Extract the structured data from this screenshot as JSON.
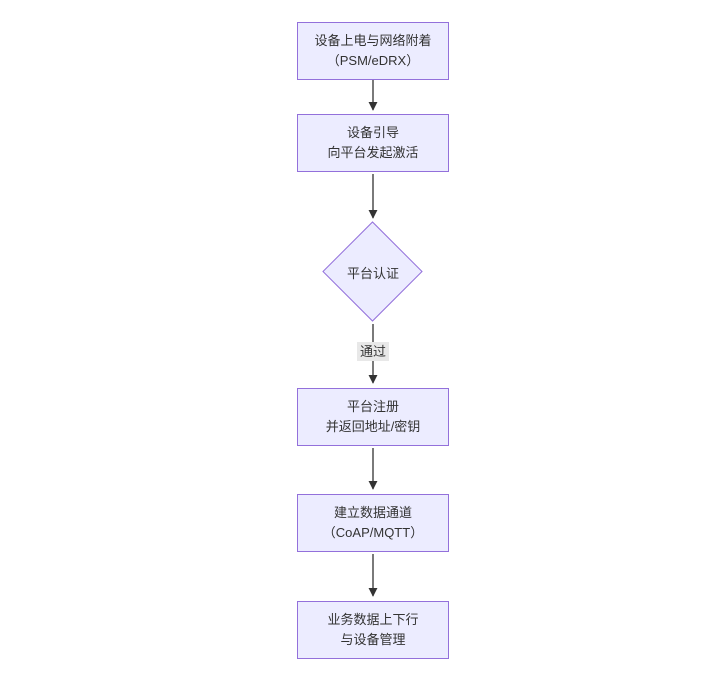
{
  "diagram": {
    "nodes": [
      {
        "id": "power-attach",
        "shape": "rect",
        "lines": [
          "设备上电与网络附着",
          "（PSM/eDRX）"
        ]
      },
      {
        "id": "bootstrap",
        "shape": "rect",
        "lines": [
          "设备引导",
          "向平台发起激活"
        ]
      },
      {
        "id": "platform-auth",
        "shape": "diamond",
        "lines": [
          "平台认证"
        ]
      },
      {
        "id": "register",
        "shape": "rect",
        "lines": [
          "平台注册",
          "并返回地址/密钥"
        ]
      },
      {
        "id": "data-channel",
        "shape": "rect",
        "lines": [
          "建立数据通道",
          "（CoAP/MQTT）"
        ]
      },
      {
        "id": "business",
        "shape": "rect",
        "lines": [
          "业务数据上下行",
          "与设备管理"
        ]
      }
    ],
    "edges": [
      {
        "from": "power-attach",
        "to": "bootstrap",
        "label": ""
      },
      {
        "from": "bootstrap",
        "to": "platform-auth",
        "label": ""
      },
      {
        "from": "platform-auth",
        "to": "register",
        "label": "通过"
      },
      {
        "from": "register",
        "to": "data-channel",
        "label": ""
      },
      {
        "from": "data-channel",
        "to": "business",
        "label": ""
      }
    ],
    "colors": {
      "node_fill": "#ECECFF",
      "node_border": "#9370DB",
      "text": "#333333",
      "arrow": "#333333",
      "edge_label_bg": "#e8e8e8",
      "canvas_bg": "#ffffff"
    }
  }
}
